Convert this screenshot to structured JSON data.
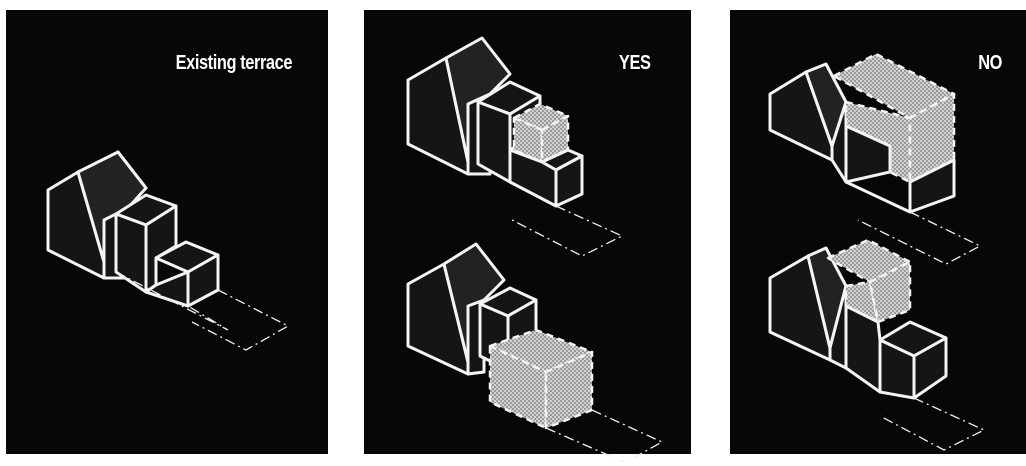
{
  "panels": [
    {
      "label": "Existing terrace"
    },
    {
      "label": "YES"
    },
    {
      "label": "NO"
    }
  ],
  "colors": {
    "panel_bg": "#070707",
    "outline": "#f4f4f4",
    "extension_fill": "#b8b8b8",
    "page_bg": "#ffffff"
  }
}
